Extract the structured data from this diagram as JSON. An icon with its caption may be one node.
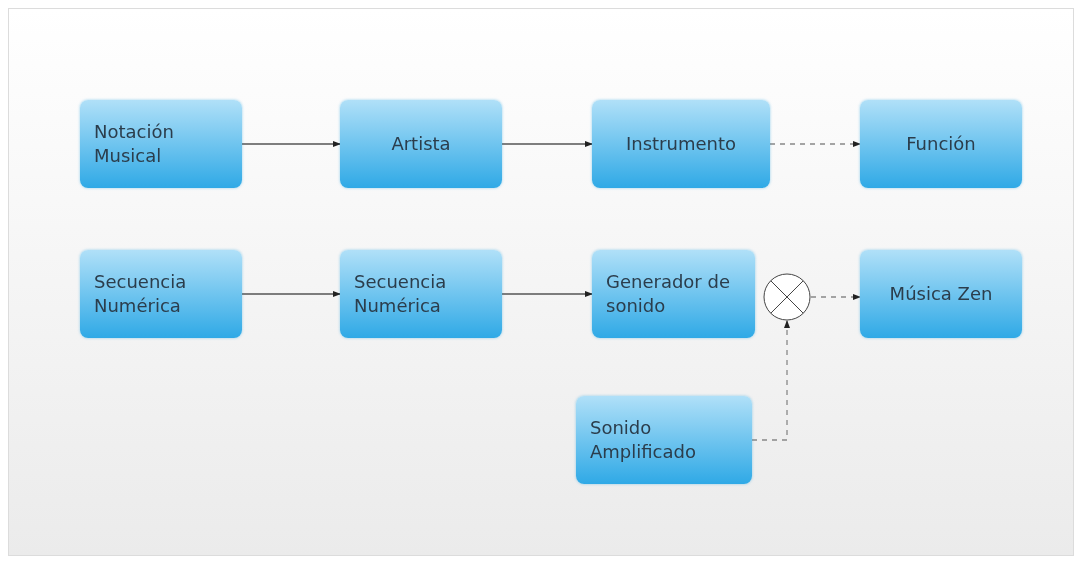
{
  "diagram": {
    "nodes": [
      {
        "text": [
          "Notación Musical"
        ]
      },
      {
        "text": [
          "Artista"
        ]
      },
      {
        "text": [
          "Instrumento"
        ]
      },
      {
        "text": [
          "Función"
        ]
      },
      {
        "text": [
          "Secuencia Numérica"
        ]
      },
      {
        "text": [
          "Secuencia Numérica"
        ]
      },
      {
        "text": [
          "Generador de sonido"
        ]
      },
      {
        "text": [],
        "shape": "circle"
      },
      {
        "text": [
          "Música Zen"
        ]
      },
      {
        "text": [
          "Sonido Amplificado"
        ]
      }
    ],
    "edges": [
      {
        "from": 0,
        "to": 1,
        "arrow": "to"
      },
      {
        "from": 1,
        "to": 2,
        "arrow": "to"
      },
      {
        "from": 2,
        "to": 3,
        "arrow": "to",
        "style": "dashed"
      },
      {
        "from": 4,
        "to": 5,
        "arrow": "to"
      },
      {
        "from": 5,
        "to": 6,
        "arrow": "to"
      },
      {
        "from": 7,
        "to": 8,
        "arrow": "to",
        "style": "dashed"
      },
      {
        "from": 9,
        "to": 7,
        "arrow": "to",
        "style": "dashed"
      }
    ]
  }
}
